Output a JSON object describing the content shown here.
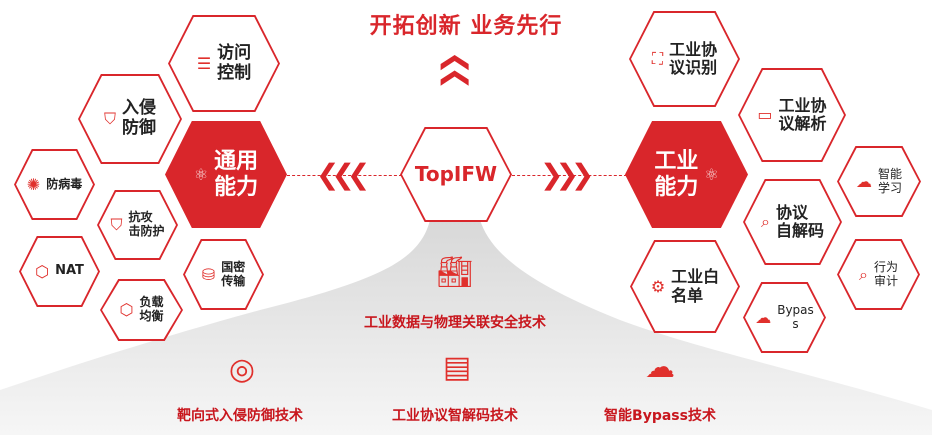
{
  "title": "开拓创新  业务先行",
  "center": "TopIFW",
  "general": {
    "label": "通用\n能力",
    "items": [
      {
        "label": "访问\n控制",
        "icon": "sliders-icon"
      },
      {
        "label": "入侵\n防御",
        "icon": "shield-search-icon"
      },
      {
        "label": "防病毒",
        "icon": "virus-shield-icon"
      },
      {
        "label": "抗攻\n击防护",
        "icon": "shield-search-icon"
      },
      {
        "label": "NAT",
        "icon": "network-nodes-icon"
      },
      {
        "label": "国密\n传输",
        "icon": "encrypted-transfer-icon"
      },
      {
        "label": "负载\n均衡",
        "icon": "network-nodes-icon"
      }
    ]
  },
  "industrial": {
    "label": "工业\n能力",
    "items": [
      {
        "label": "工业协\n议识别",
        "icon": "user-scan-icon"
      },
      {
        "label": "工业协\n议解析",
        "icon": "monitor-wave-icon"
      },
      {
        "label": "智能\n学习",
        "icon": "brain-icon"
      },
      {
        "label": "协议\n自解码",
        "icon": "chart-search-icon"
      },
      {
        "label": "工业白\n名单",
        "icon": "user-gear-icon"
      },
      {
        "label": "行为\n审计",
        "icon": "chart-search-icon"
      },
      {
        "label": "Bypas\ns",
        "icon": "brain-icon"
      }
    ]
  },
  "foundation": "工业数据与物理关联安全技术",
  "technologies": [
    "靶向式入侵防御技术",
    "工业协议智解码技术",
    "智能Bypass技术"
  ]
}
